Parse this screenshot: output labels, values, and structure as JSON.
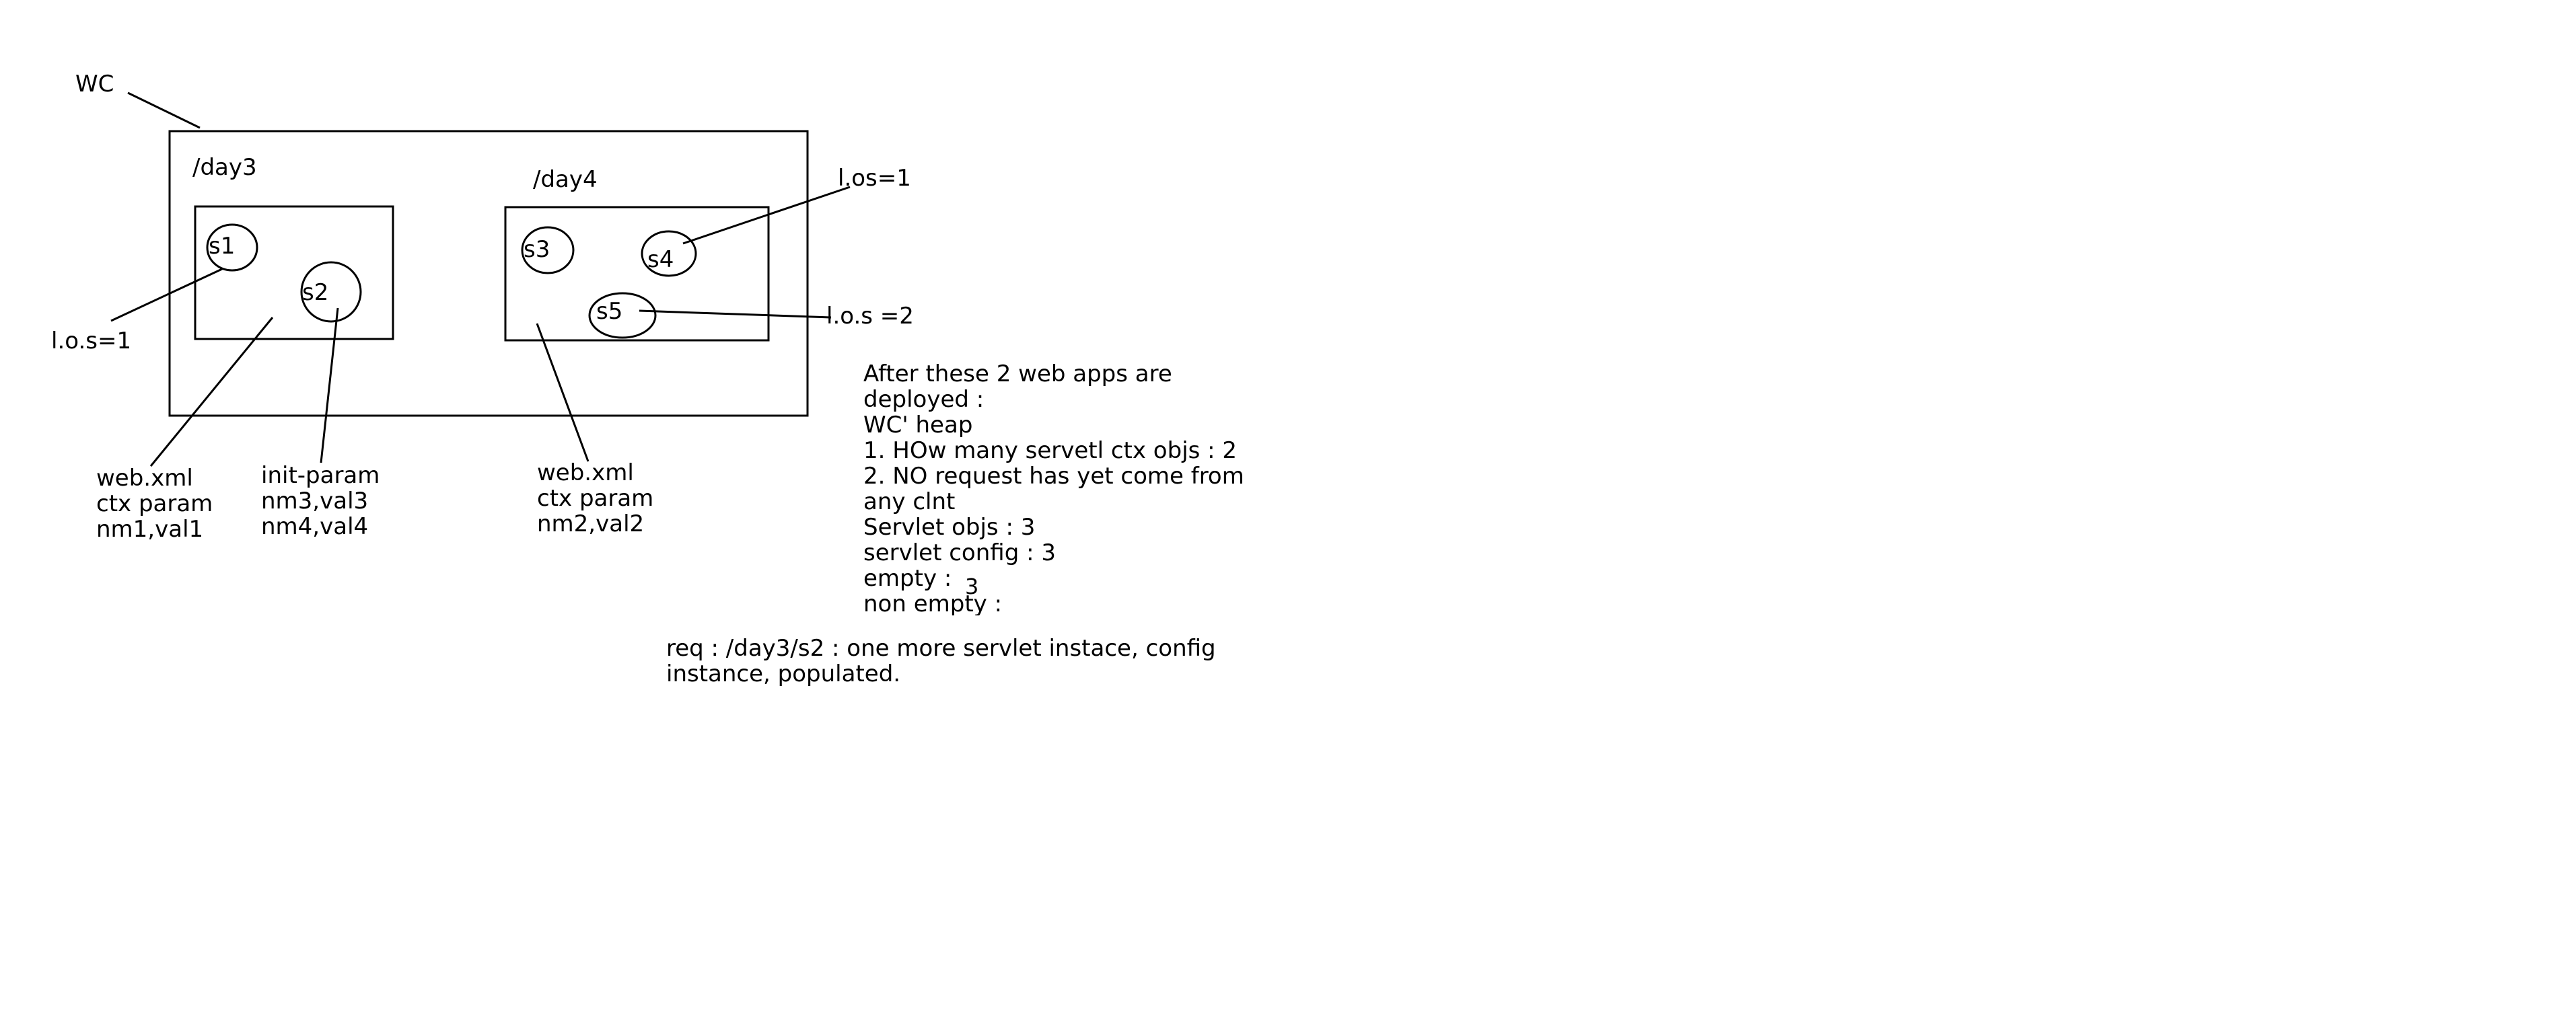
{
  "diagram": {
    "wc_label": "WC",
    "day3": {
      "label": "/day3",
      "servlets": [
        "s1",
        "s2"
      ],
      "los_label": "l.o.s=1",
      "webxml_notes": [
        "web.xml",
        "ctx param",
        "nm1,val1"
      ],
      "init_param_notes": [
        "init-param",
        "nm3,val3",
        "nm4,val4"
      ]
    },
    "day4": {
      "label": "/day4",
      "servlets": [
        "s3",
        "s4",
        "s5"
      ],
      "los_s4_label": "l.os=1",
      "los_s5_label": "l.o.s =2",
      "webxml_notes": [
        "web.xml",
        "ctx param",
        "nm2,val2"
      ]
    },
    "notes": {
      "lines": [
        "After these 2 web apps are",
        "deployed :",
        "WC' heap",
        "1. HOw many servetl ctx objs : 2",
        "2. NO request has yet come from",
        "any clnt",
        "Servlet objs : 3",
        "servlet config : 3",
        "empty :",
        "non empty :"
      ],
      "empty_value": "3"
    },
    "request_note": {
      "lines": [
        "req : /day3/s2 : one more servlet instace, config",
        "instance, populated."
      ]
    }
  },
  "colors": {
    "ink": "#000000",
    "background": "#ffffff"
  }
}
